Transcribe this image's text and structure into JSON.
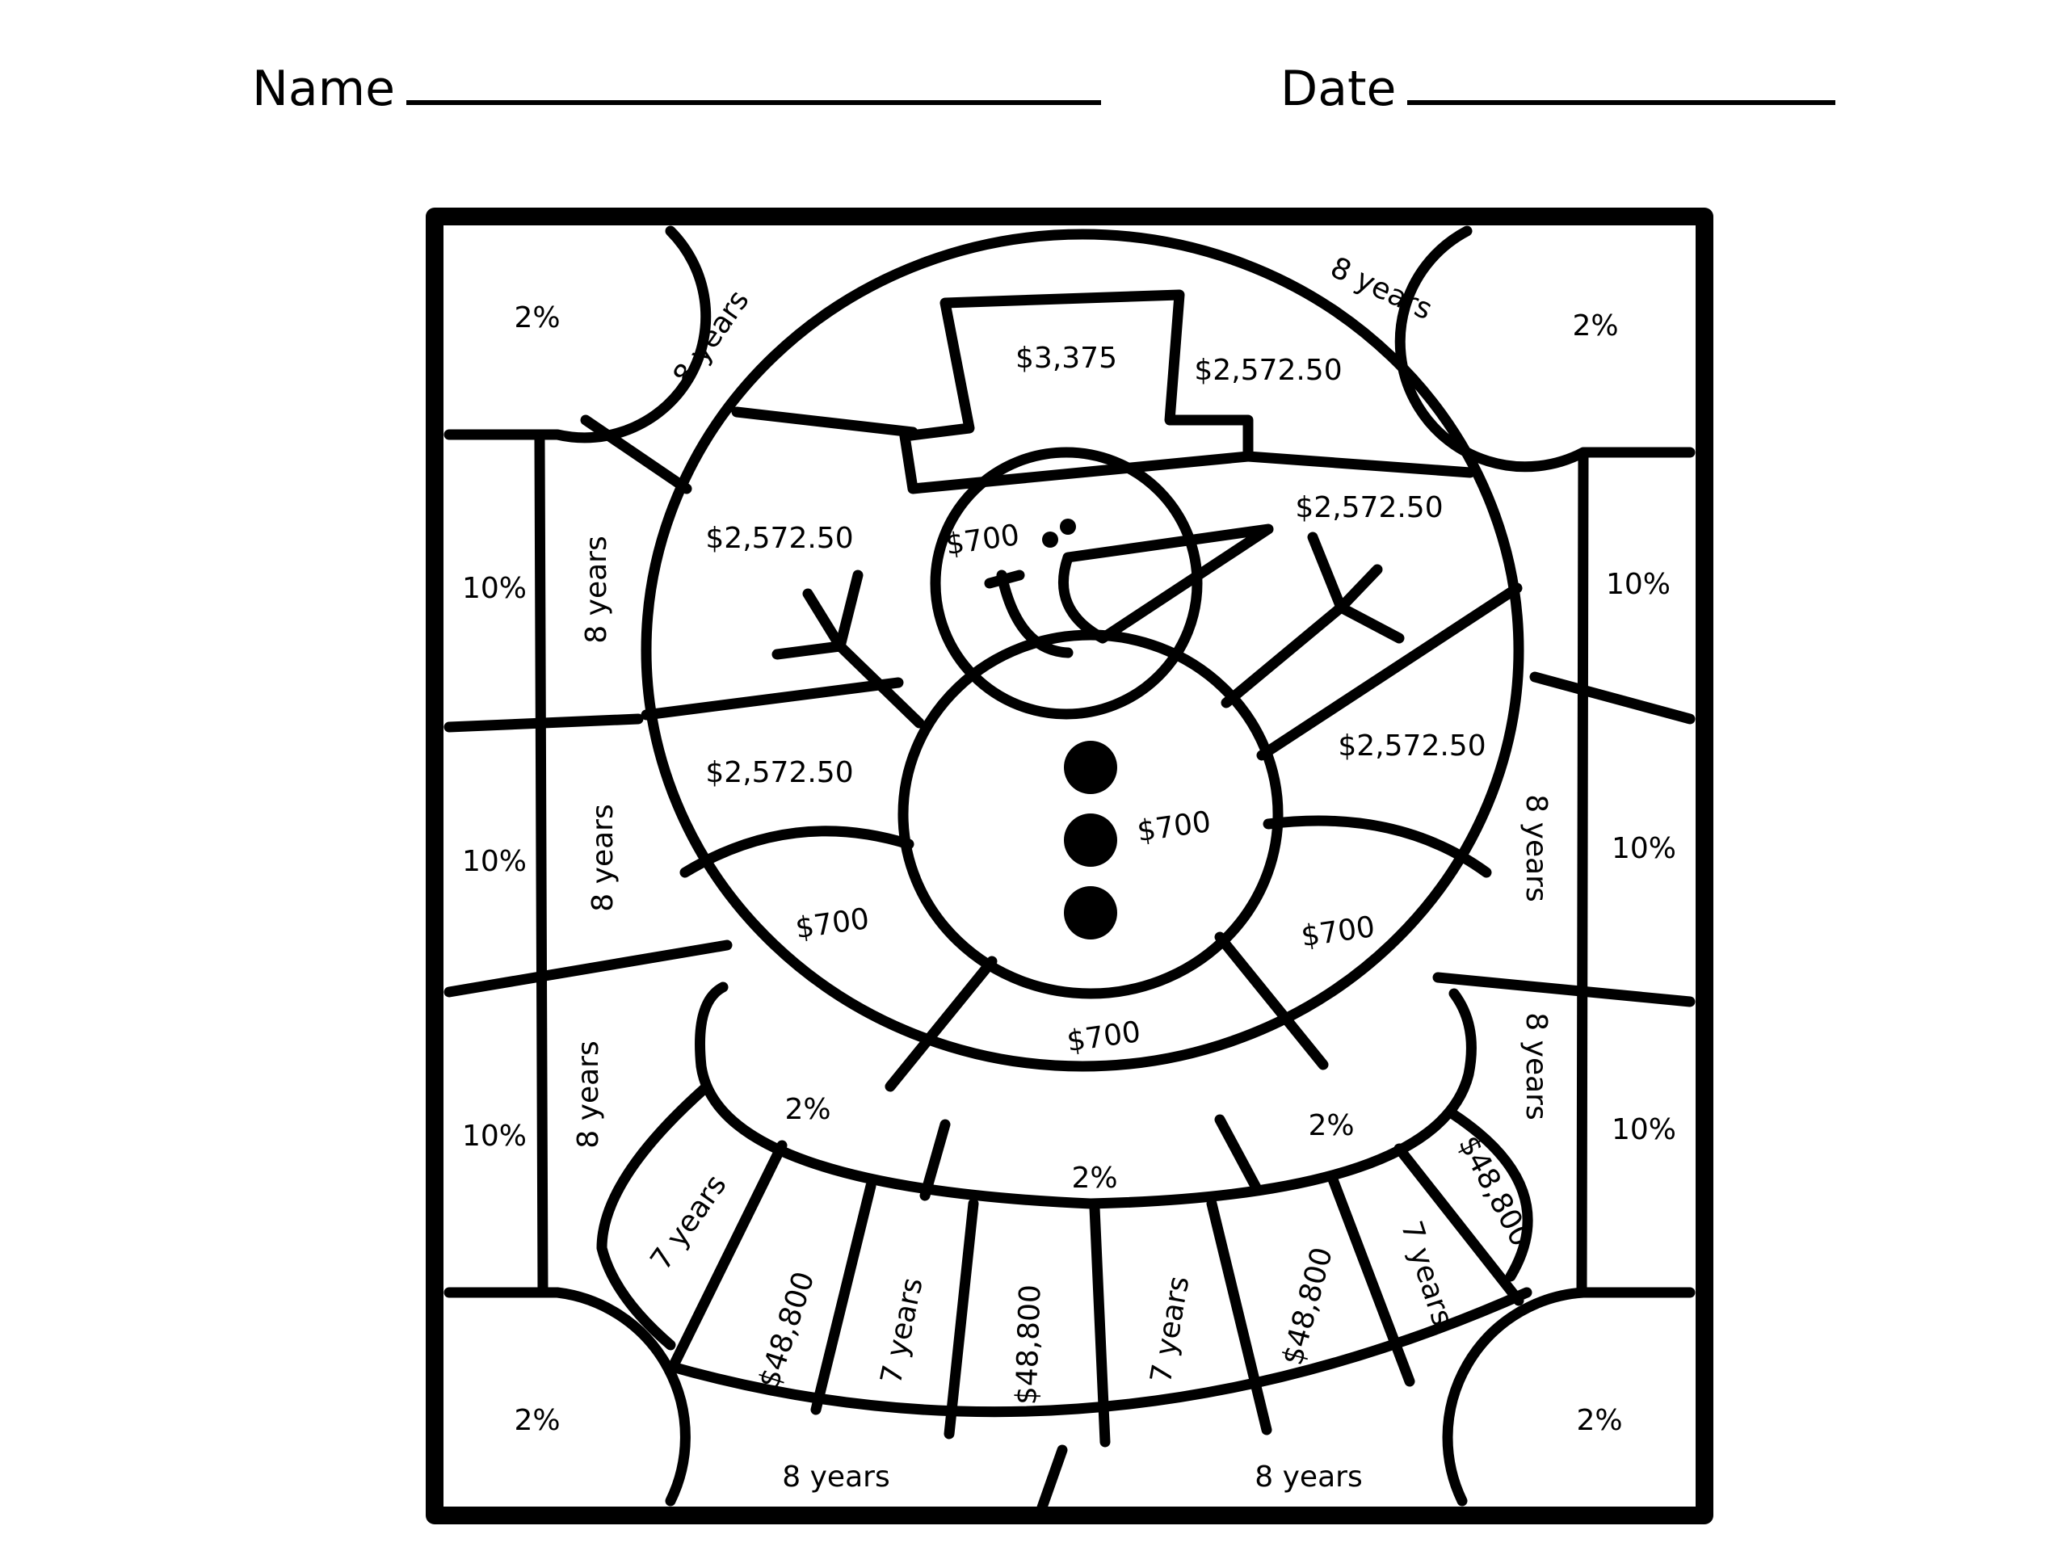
{
  "header": {
    "name_label": "Name",
    "date_label": "Date"
  },
  "colors": {
    "ink": "#000000",
    "paper": "#ffffff"
  },
  "labels": {
    "tl_circle": "2%",
    "tr_circle": "2%",
    "bl_circle": "2%",
    "br_circle": "2%",
    "top_left_years": "8 years",
    "top_right_years": "8 years",
    "hat": "$3,375",
    "hat_right": "$2,572.50",
    "upper_left": "$2,572.50",
    "upper_right": "$2,572.50",
    "mid_left": "$2,572.50",
    "mid_right": "$2,572.50",
    "face": "$700",
    "body": "$700",
    "lower_left": "$700",
    "lower_right": "$700",
    "bottom_center": "$700",
    "left_col_1": "10%",
    "left_col_2": "10%",
    "left_col_3": "10%",
    "left_years_1": "8 years",
    "left_years_2": "8 years",
    "left_years_3": "8 years",
    "right_col_1": "10%",
    "right_col_2": "10%",
    "right_col_3": "10%",
    "right_years_1": "8 years",
    "right_years_2": "8 years",
    "base_left": "2%",
    "base_center": "2%",
    "base_right": "2%",
    "band_1": "7 years",
    "band_2": "$48,800",
    "band_3": "7 years",
    "band_4": "$48,800",
    "band_5": "7 years",
    "band_6": "$48,800",
    "band_7": "7 years",
    "band_8": "$48,800",
    "bottom_left_years": "8 years",
    "bottom_right_years": "8 years"
  }
}
